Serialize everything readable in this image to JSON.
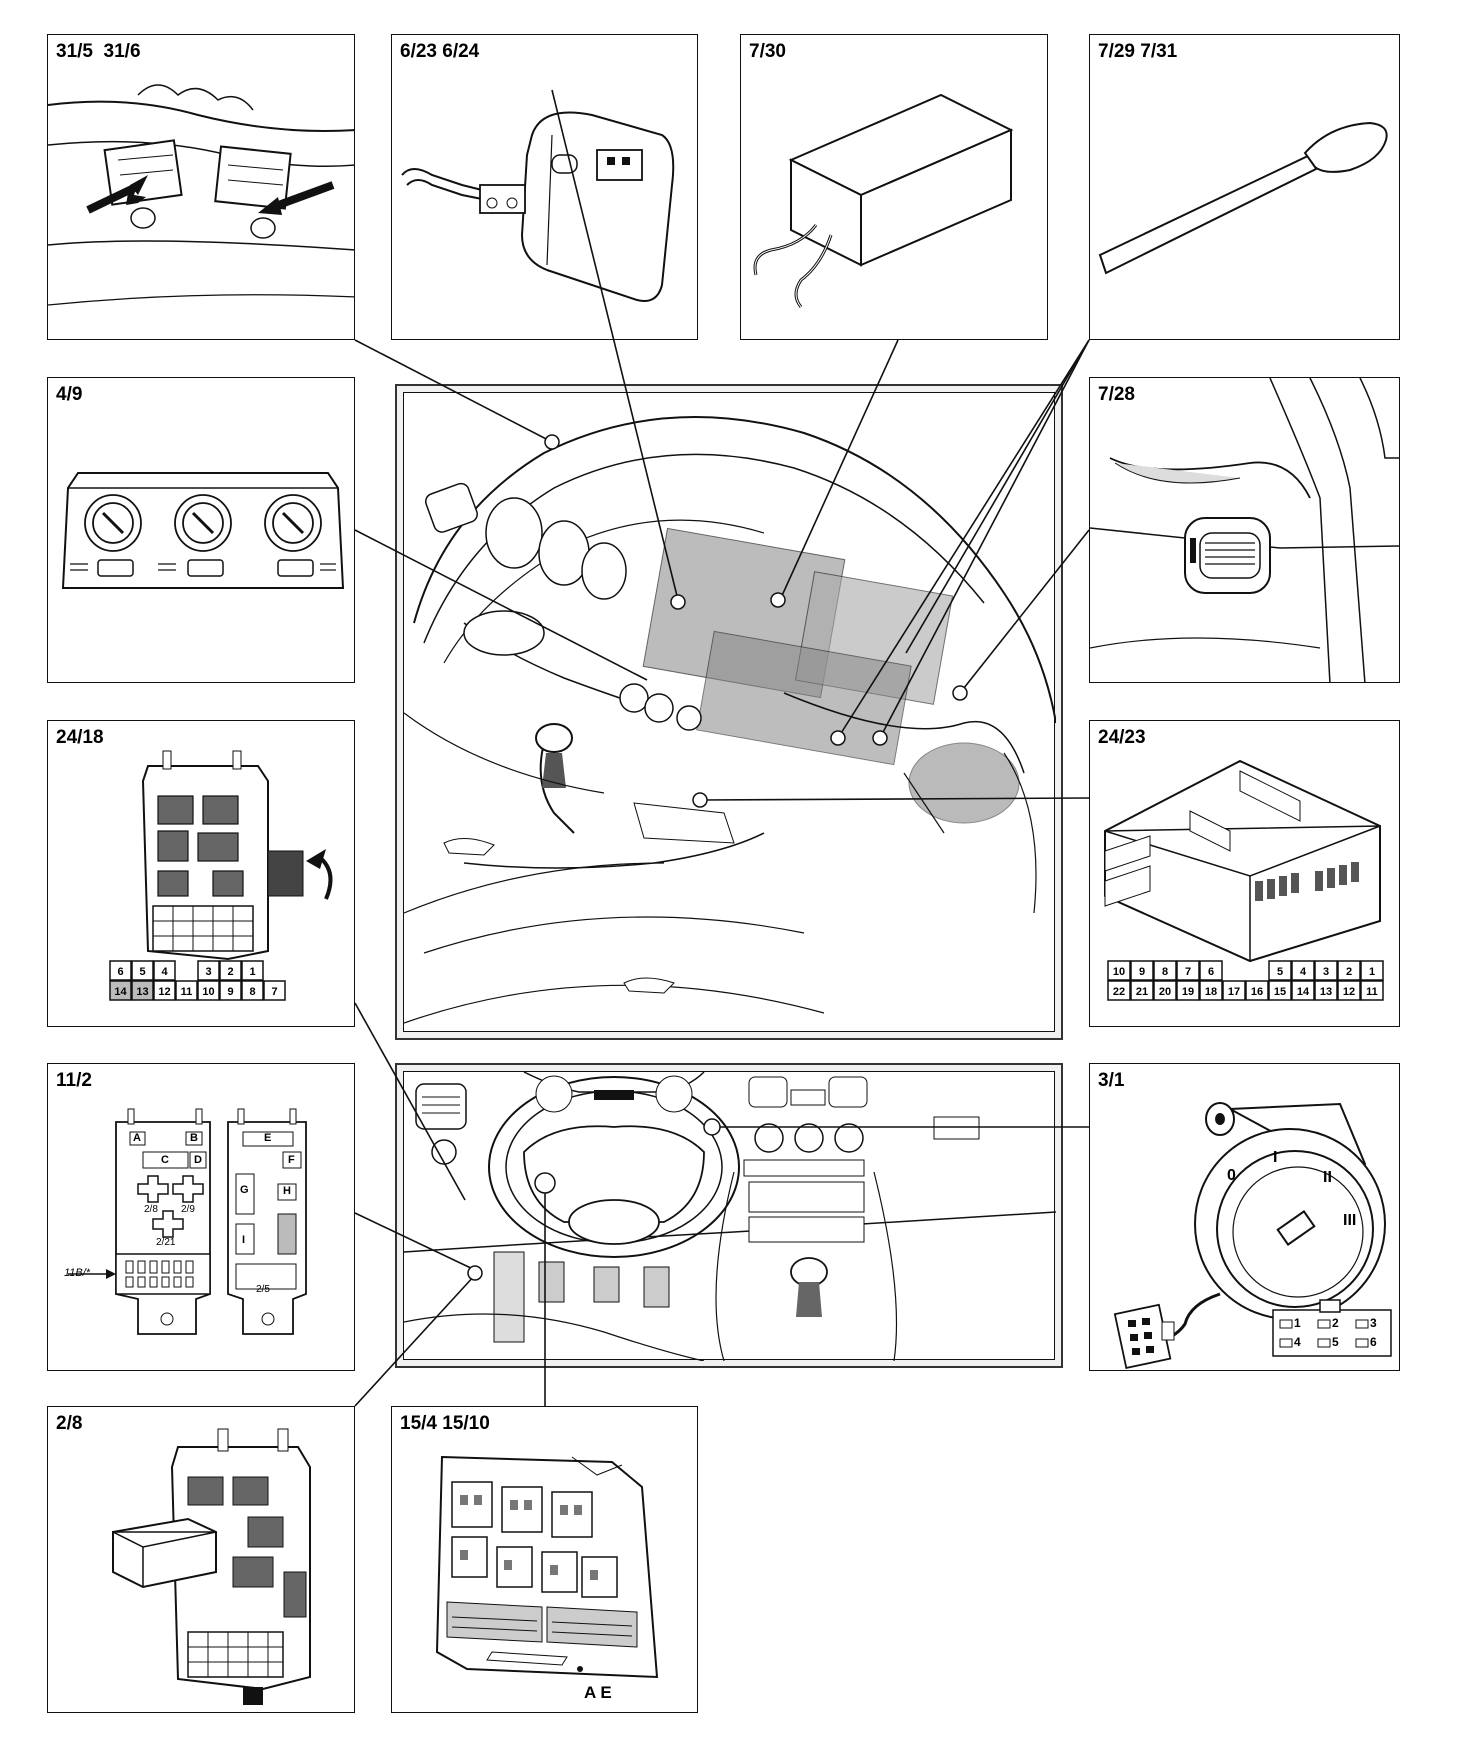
{
  "panels": {
    "p1": "31/5  31/6",
    "p2": "6/23 6/24",
    "p3": "7/30",
    "p4": "7/29 7/31",
    "p5": "4/9",
    "p6": "7/28",
    "p7": "24/18",
    "p8": "24/23",
    "p9": "11/2",
    "p10": "3/1",
    "p11": "2/8",
    "p12": "15/4 15/10"
  },
  "fuse_box_11_2": {
    "labels": [
      "A",
      "B",
      "C",
      "D",
      "E",
      "F",
      "G",
      "H",
      "I"
    ],
    "relays": [
      "2/8",
      "2/9",
      "2/21"
    ],
    "bottom_label": "2/5",
    "reference": "11B/*"
  },
  "connector_24_18": {
    "top_row": [
      "6",
      "5",
      "4",
      "",
      "3",
      "2",
      "1"
    ],
    "bottom_row": [
      "14",
      "13",
      "12",
      "11",
      "10",
      "9",
      "8",
      "7"
    ]
  },
  "connector_24_23": {
    "top_row": [
      "10",
      "9",
      "8",
      "7",
      "6",
      "",
      "",
      "5",
      "4",
      "3",
      "2",
      "1"
    ],
    "bottom_row": [
      "22",
      "21",
      "20",
      "19",
      "18",
      "17",
      "16",
      "15",
      "14",
      "13",
      "12",
      "11"
    ]
  },
  "switch_3_1": {
    "positions": [
      "0",
      "I",
      "II",
      "III"
    ],
    "pins": [
      "1",
      "2",
      "3",
      "4",
      "5",
      "6"
    ]
  },
  "panel_15_4_bottom": "A E"
}
